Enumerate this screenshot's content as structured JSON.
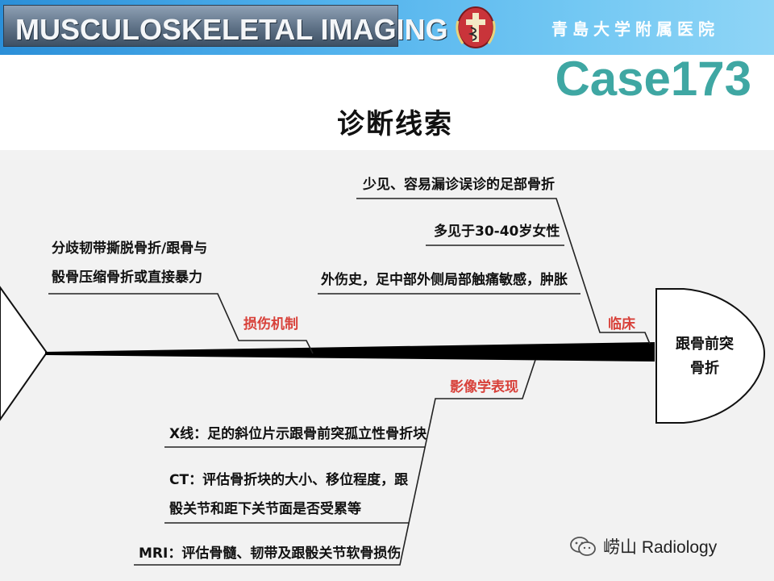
{
  "header": {
    "brand": "MUSCULOSKELETAL IMAGING",
    "hospital": "青島大学附属医院",
    "case_label": "Case173",
    "emblem_icon": "hospital-emblem-icon"
  },
  "title": "诊断线索",
  "diagram": {
    "head_line1": "跟骨前突",
    "head_line2": "骨折",
    "categories": {
      "mechanism": "损伤机制",
      "clinical": "临床",
      "imaging": "影像学表现"
    },
    "mechanism_items": [
      "分歧韧带撕脱骨折/跟骨与",
      "骰骨压缩骨折或直接暴力"
    ],
    "clinical_items": [
      "少见、容易漏诊误诊的足部骨折",
      "多见于30-40岁女性",
      "外伤史，足中部外侧局部触痛敏感，肿胀"
    ],
    "imaging_items": [
      "X线：足的斜位片示跟骨前突孤立性骨折块",
      "CT：评估骨折块的大小、移位程度，跟",
      "骰关节和距下关节面是否受累等",
      "MRI：评估骨髓、韧带及跟骰关节软骨损伤"
    ],
    "colors": {
      "category_text": "#d8413a",
      "spine": "#000000",
      "case_text": "#3fa7a3"
    }
  },
  "footer": {
    "account": "崂山 Radiology",
    "wechat_icon": "wechat-icon"
  }
}
